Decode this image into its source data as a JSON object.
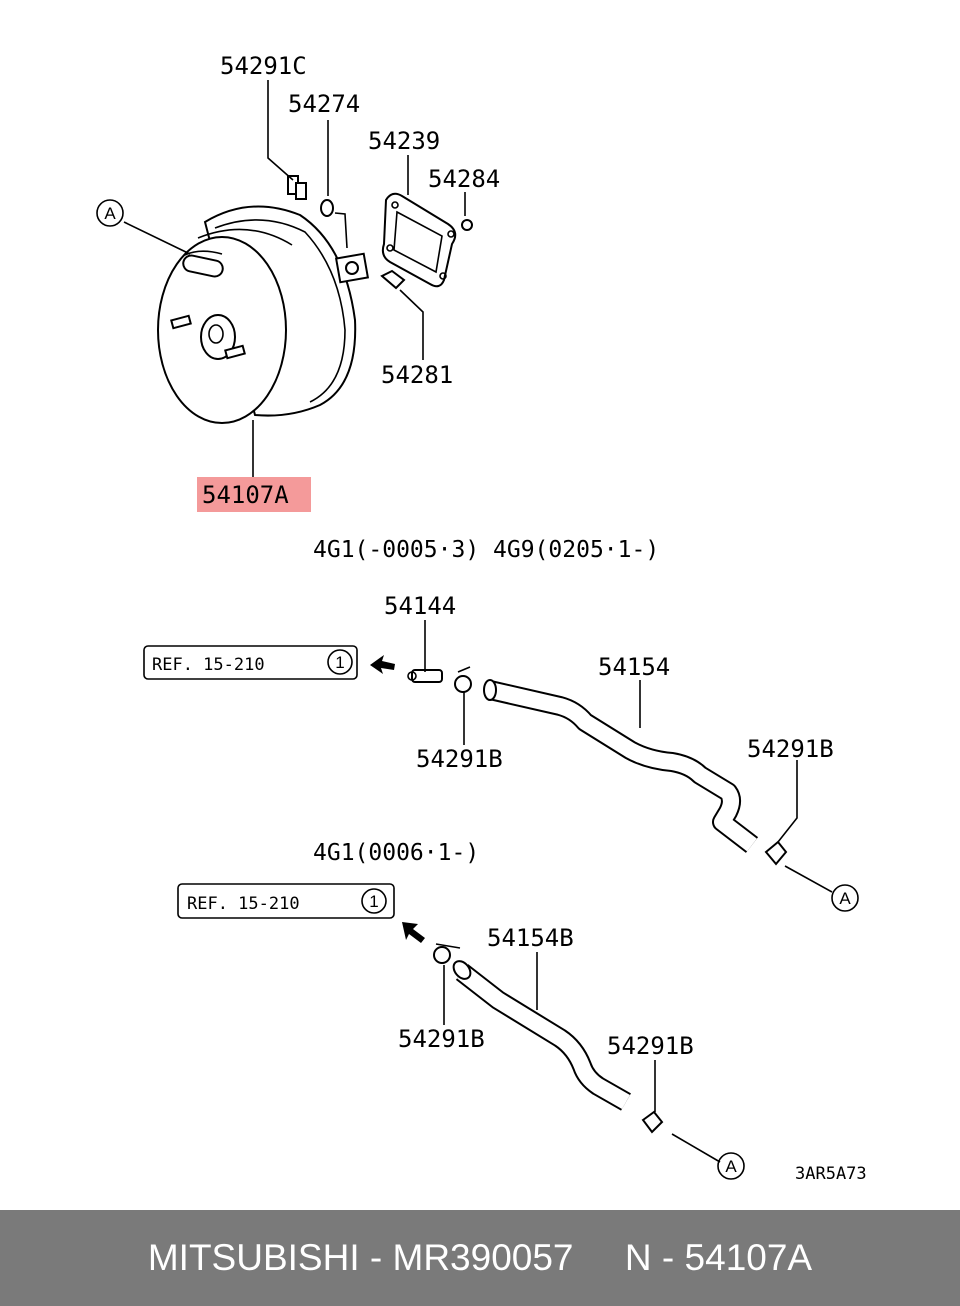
{
  "diagram": {
    "parts": {
      "p54291C": "54291C",
      "p54274": "54274",
      "p54239": "54239",
      "p54284": "54284",
      "p54281": "54281",
      "p54107A": "54107A",
      "p54144": "54144",
      "p54154": "54154",
      "p54291B_1": "54291B",
      "p54291B_2": "54291B",
      "p54154B": "54154B",
      "p54291B_3": "54291B",
      "p54291B_4": "54291B"
    },
    "callout_marker": "A",
    "condition_1": "4G1(-0005·3) 4G9(0205·1-)",
    "condition_2": "4G1(0006·1-)",
    "ref_1": "REF. 15-210",
    "ref_2": "REF. 15-210",
    "ref_circled": "1",
    "diagram_code": "3AR5A73",
    "highlight_color": "#f49a9a"
  },
  "footer": {
    "brand": "MITSUBISHI",
    "part_number": "MR390057",
    "position_prefix": "N",
    "position_code": "54107A"
  }
}
